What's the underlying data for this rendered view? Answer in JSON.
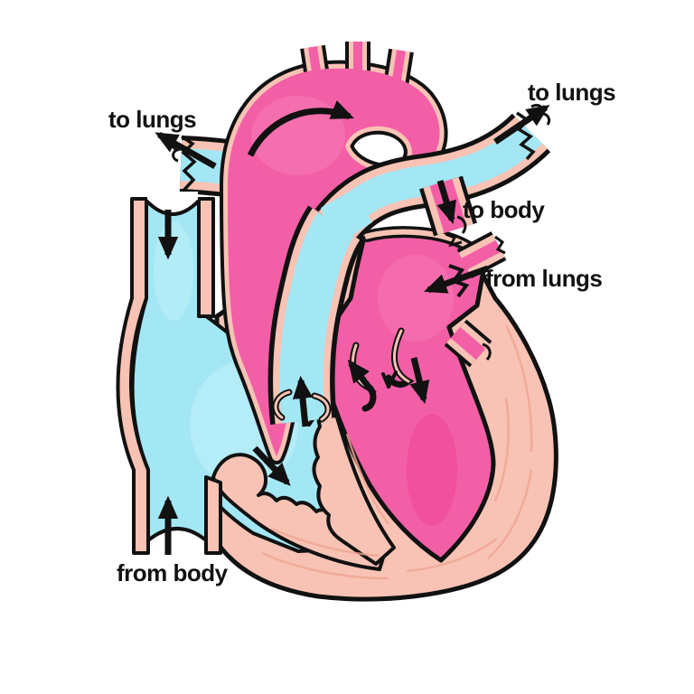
{
  "diagram": {
    "labels": {
      "to_lungs_left": "to lungs",
      "to_lungs_right": "to lungs",
      "to_body": "to body",
      "from_lungs": "from lungs",
      "from_body": "from body"
    },
    "colors": {
      "oxygenated_blood": "#f35fa6",
      "deoxygenated_blood": "#a3e7f5",
      "heart_wall": "#f8c3b4",
      "outline": "#111111",
      "background": "#ffffff"
    }
  }
}
